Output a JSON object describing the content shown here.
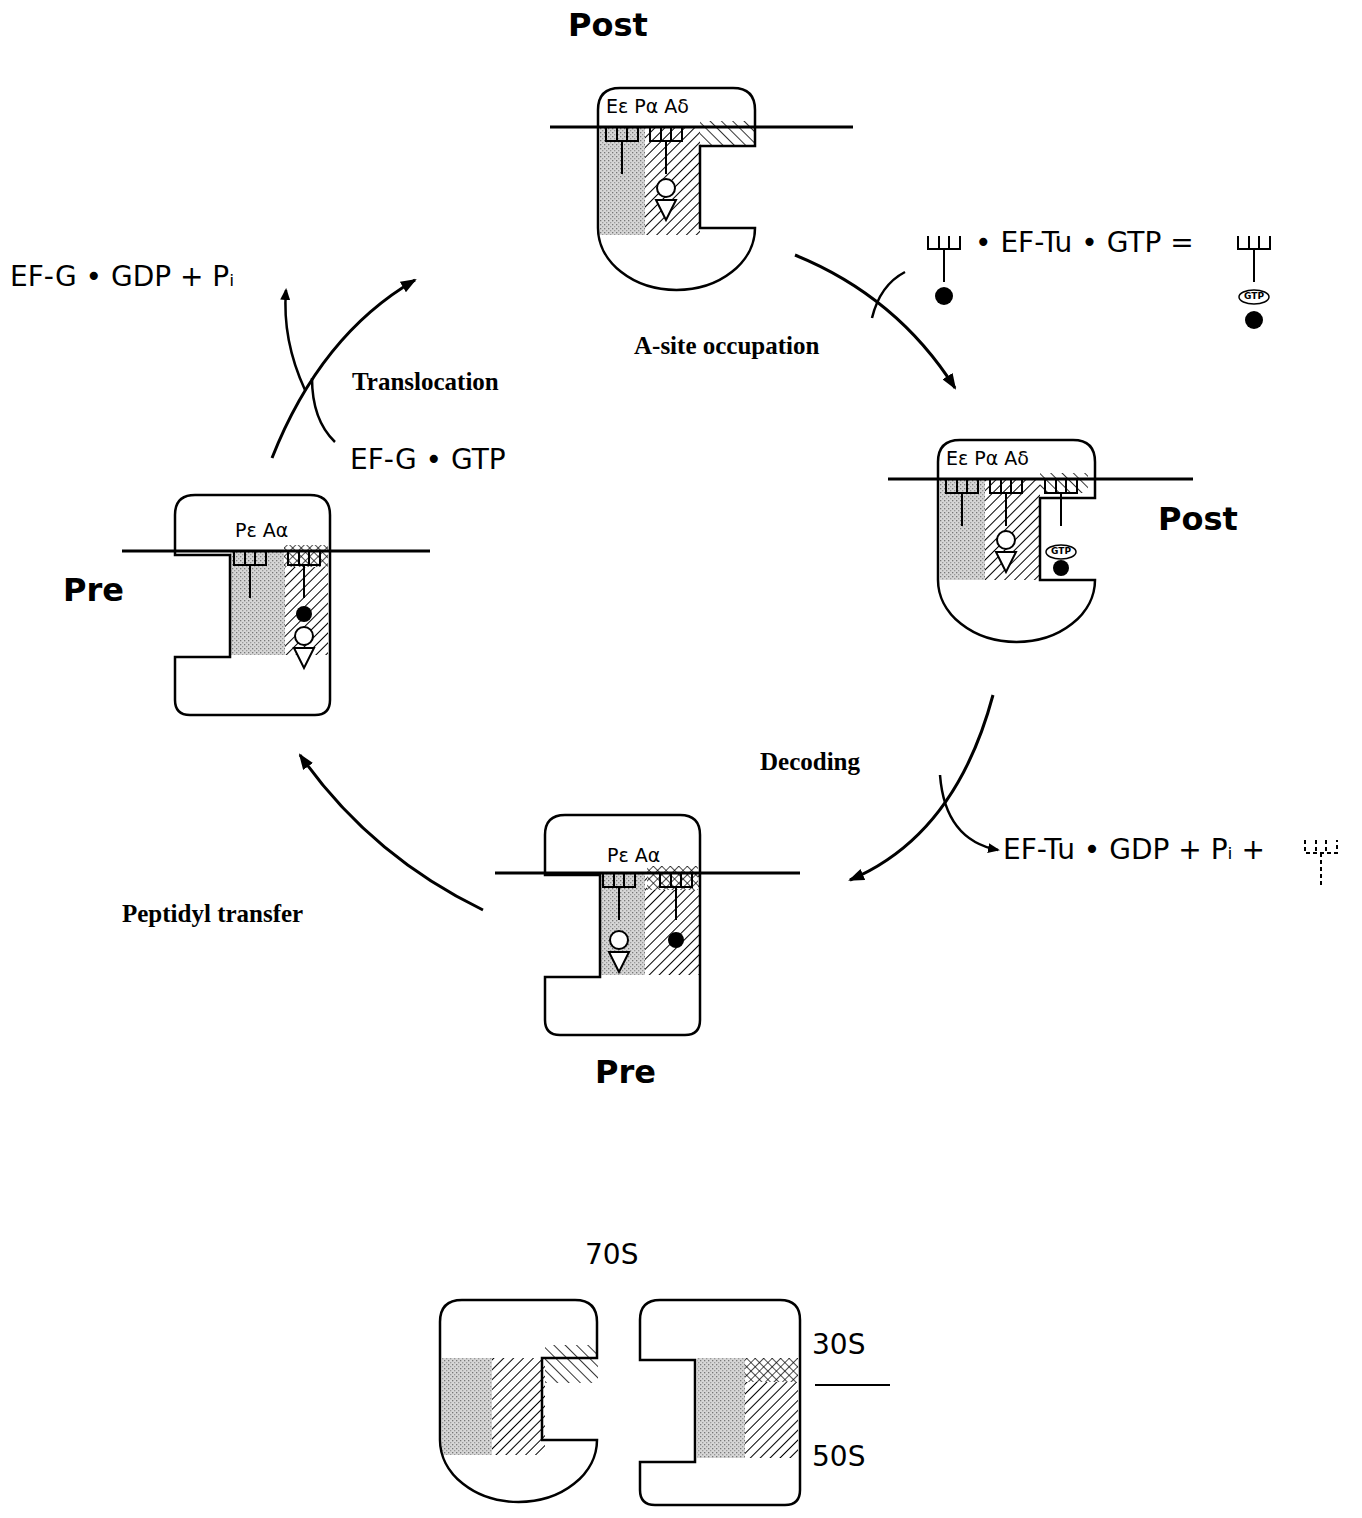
{
  "diagram": {
    "nodes": [
      {
        "text": [
          "Post",
          "Eε Pα Aδ"
        ]
      },
      {
        "text": [
          "Post",
          "Eε Pα Aδ"
        ]
      },
      {
        "text": [
          "Pre",
          "Pε Aα"
        ]
      },
      {
        "text": [
          "Pre",
          "Pε Aα"
        ]
      }
    ],
    "edges": [
      {
        "from": 0,
        "to": 1,
        "arrow": "to",
        "label": "A-site occupation"
      },
      {
        "from": 1,
        "to": 2,
        "arrow": "to",
        "label": "Decoding"
      },
      {
        "from": 2,
        "to": 3,
        "arrow": "to",
        "label": "Peptidyl transfer"
      },
      {
        "from": 3,
        "to": 0,
        "arrow": "to",
        "label": "Translocation"
      }
    ],
    "labels": [
      "EF-G • GDP + Pᵢ",
      "EF-G • GTP",
      "• EF-Tu • GTP =",
      "GTP",
      "GTP",
      "EF-Tu • GDP + Pᵢ +",
      "70S",
      "30S",
      "50S"
    ]
  }
}
